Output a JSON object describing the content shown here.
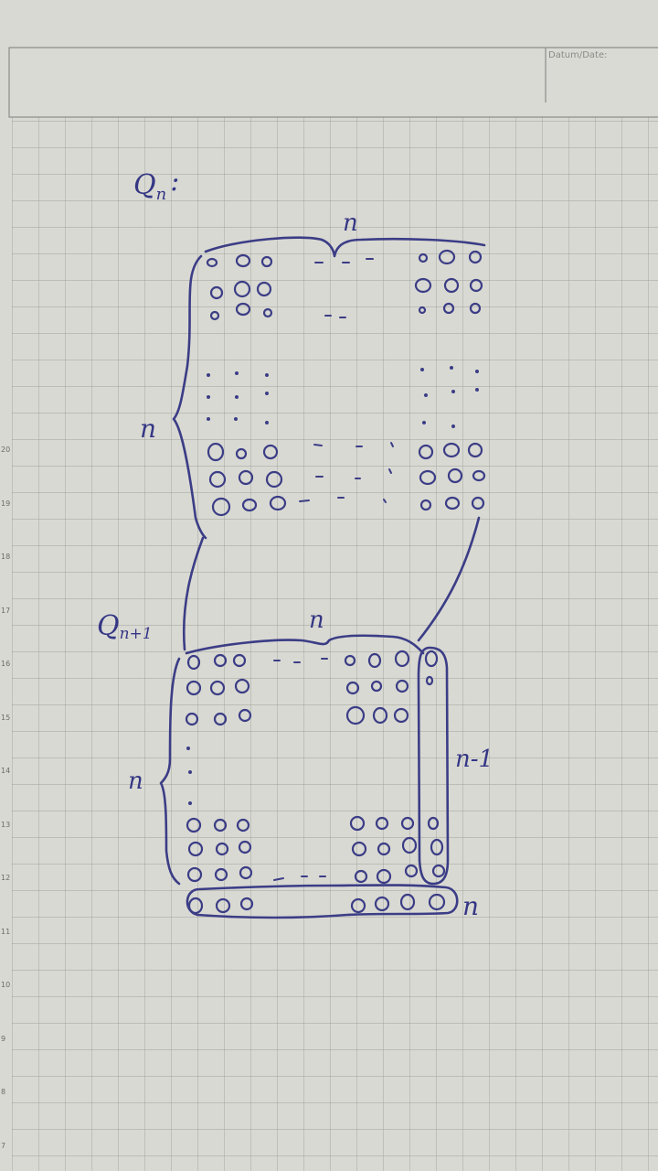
{
  "header": {
    "date_label": "Datum/Date:"
  },
  "labels": {
    "qn": "Q",
    "qn_sub": "n",
    "qn_colon": ":",
    "qn1": "Q",
    "qn1_sub": "n+1",
    "top_width": "n",
    "top_height": "n",
    "bottom_width": "n",
    "bottom_height": "n",
    "right_column": "n-1",
    "bottom_row": "n"
  },
  "margin_numbers": [
    "20",
    "19",
    "18",
    "17",
    "16",
    "15",
    "14",
    "13",
    "12",
    "11",
    "10",
    "9",
    "8",
    "7"
  ]
}
